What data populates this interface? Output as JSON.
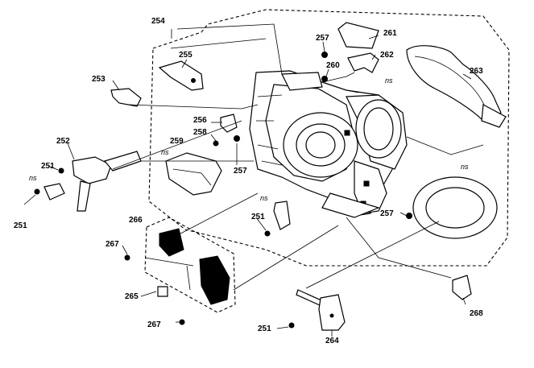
{
  "callouts": {
    "c254": "254",
    "c255": "255",
    "c257a": "257",
    "c261": "261",
    "c260": "260",
    "c262": "262",
    "c263": "263",
    "c253": "253",
    "c256": "256",
    "c258": "258",
    "c259": "259",
    "c257b": "257",
    "c252": "252",
    "c251a": "251",
    "c251b": "251",
    "c251c": "251",
    "c266": "266",
    "c267a": "267",
    "c257c": "257",
    "c265": "265",
    "c267b": "267",
    "c268": "268",
    "c251d": "251",
    "c264": "264"
  },
  "ns_marks": {
    "n1": "ns",
    "n2": "ns",
    "n3": "ns",
    "n4": "ns",
    "n5": "ns"
  }
}
